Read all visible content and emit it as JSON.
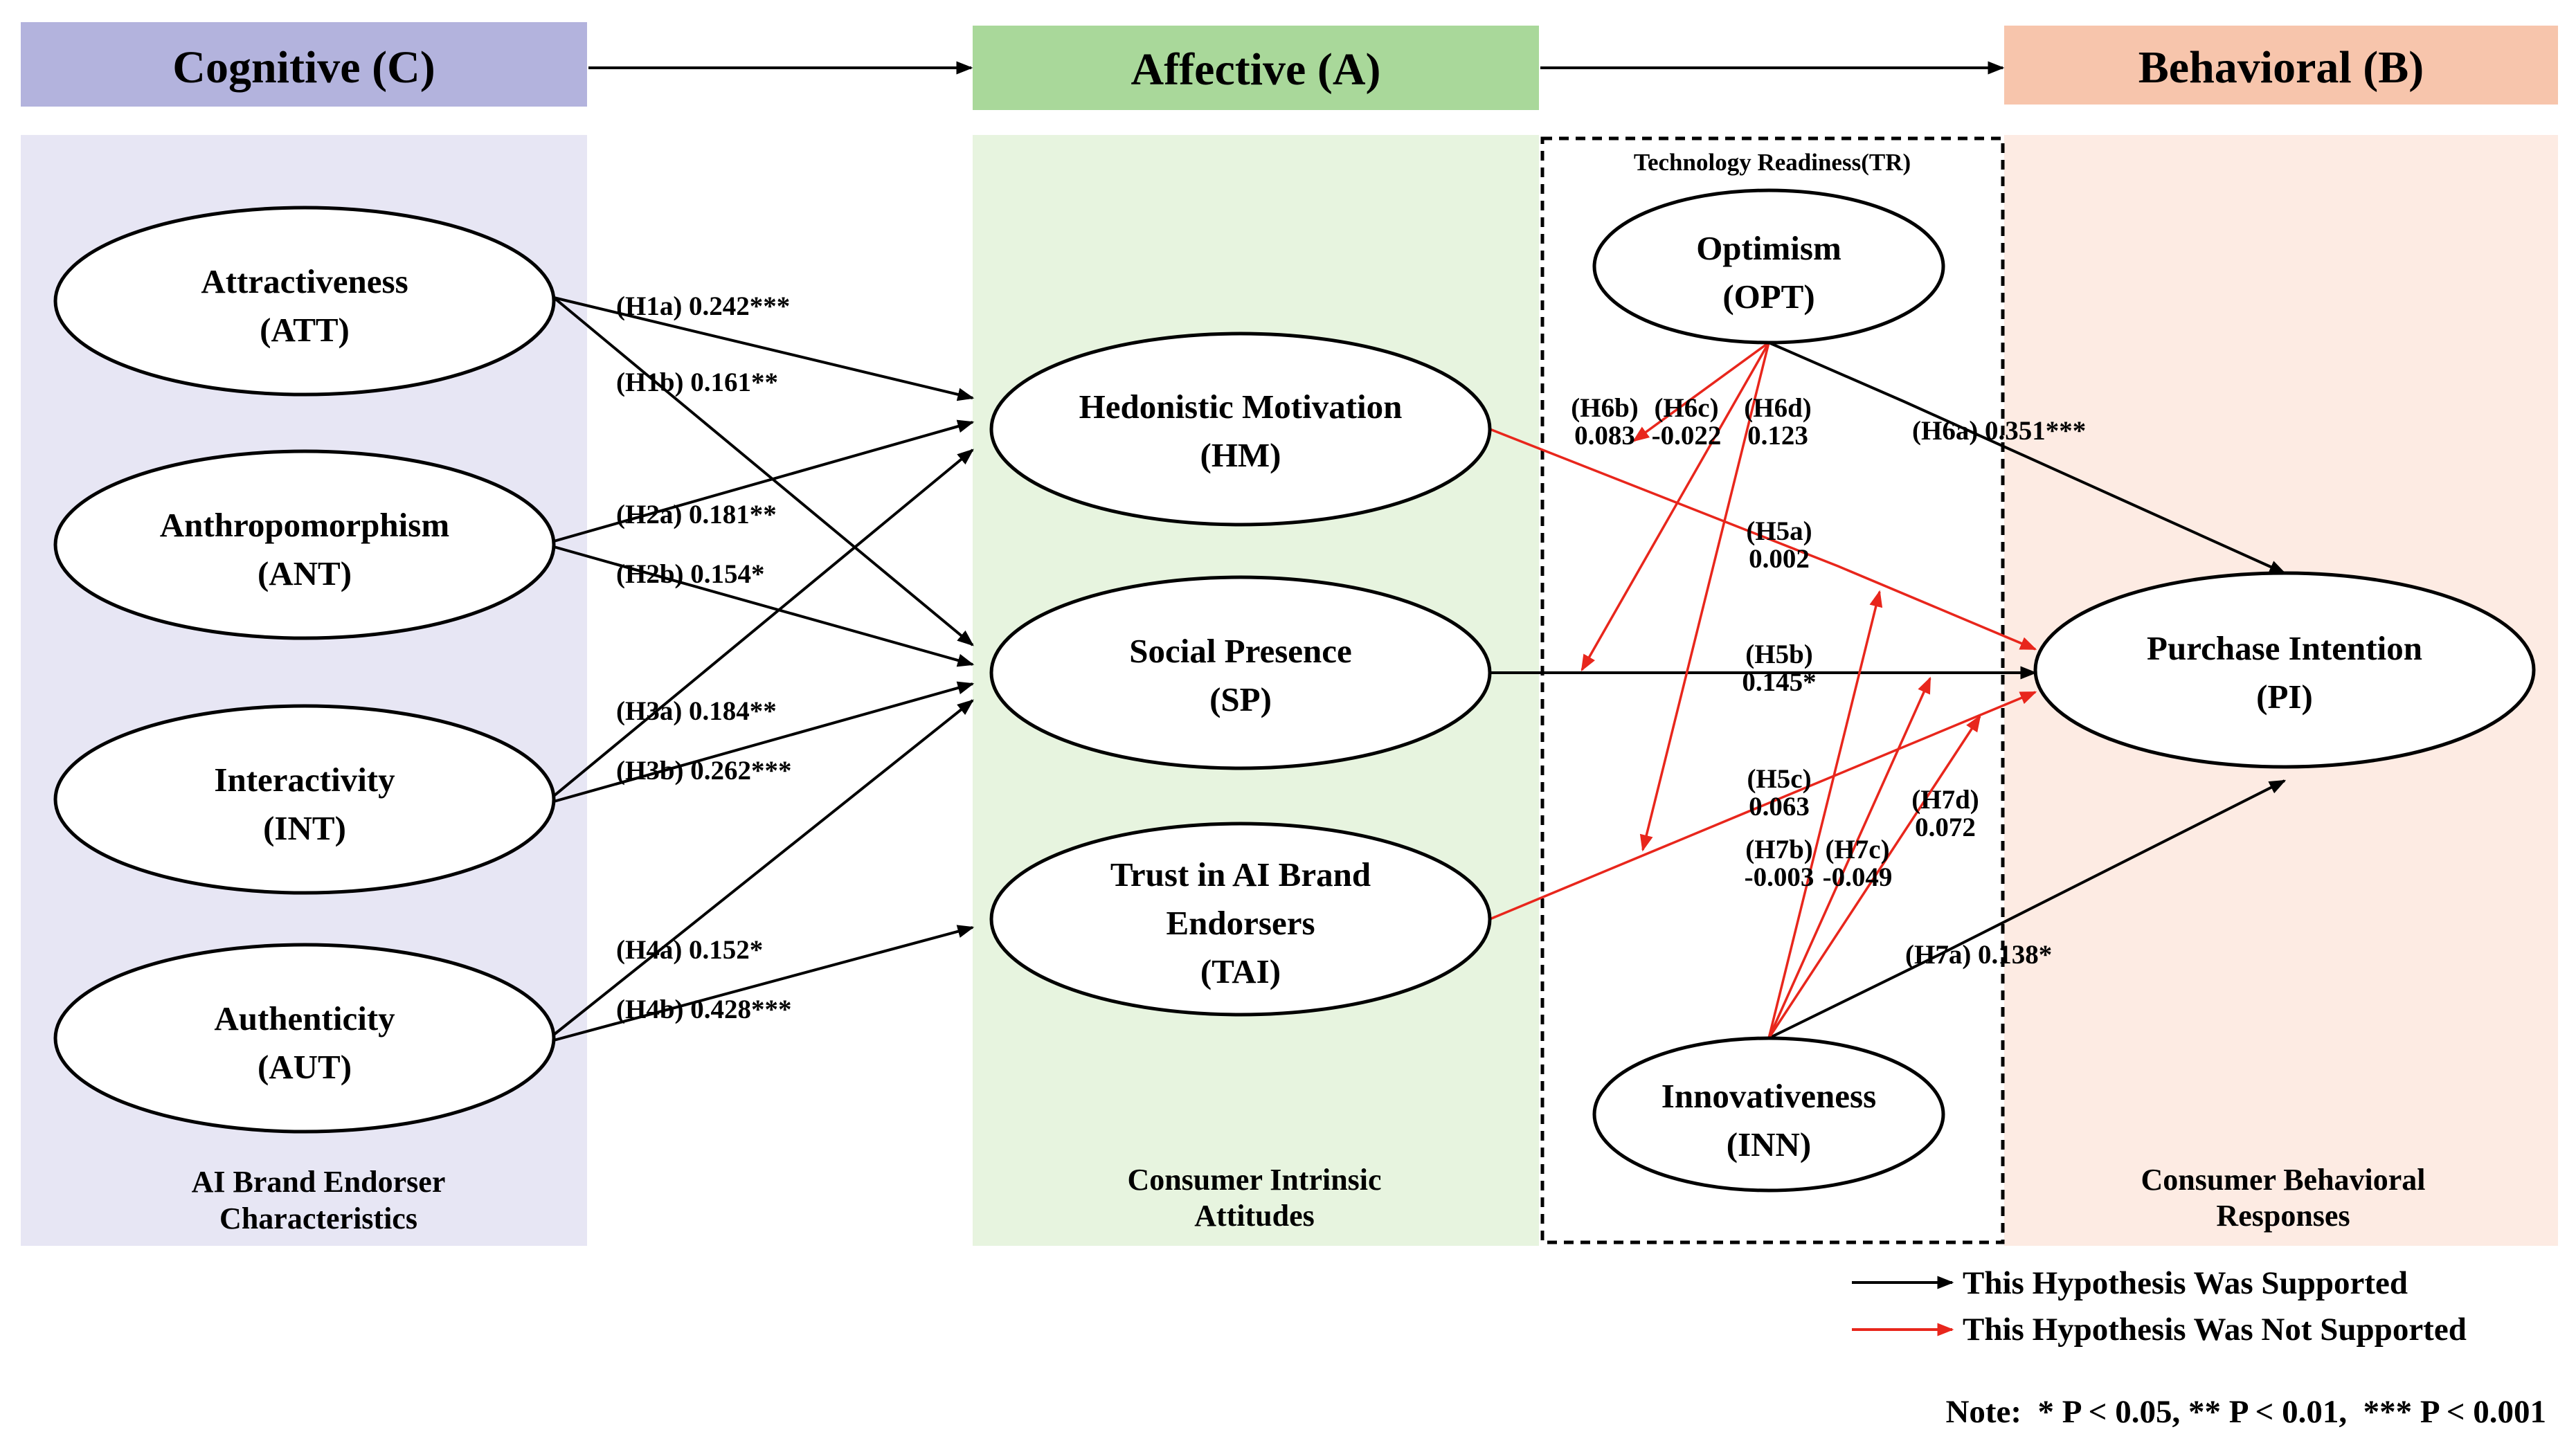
{
  "colors": {
    "cognitive_header": "#b3b3dd",
    "cognitive_panel": "#e7e6f4",
    "affective_header": "#a9d89a",
    "affective_panel": "#e7f4df",
    "behavioral_header": "#f7c5ac",
    "behavioral_panel": "#fdebe3",
    "supported": "#000000",
    "not_supported": "#e8261c"
  },
  "headers": {
    "cognitive": "Cognitive (C)",
    "affective": "Affective (A)",
    "behavioral": "Behavioral (B)"
  },
  "panel_footers": {
    "cognitive": [
      "AI Brand Endorser",
      "Characteristics"
    ],
    "affective": [
      "Consumer Intrinsic",
      "Attitudes"
    ],
    "behavioral": [
      "Consumer Behavioral",
      "Responses"
    ]
  },
  "tr_title": "Technology Readiness(TR)",
  "nodes": {
    "att": [
      "Attractiveness",
      "(ATT)"
    ],
    "ant": [
      "Anthropomorphism",
      "(ANT)"
    ],
    "int": [
      "Interactivity",
      "(INT)"
    ],
    "aut": [
      "Authenticity",
      "(AUT)"
    ],
    "hm": [
      "Hedonistic Motivation",
      "(HM)"
    ],
    "sp": [
      "Social Presence",
      "(SP)"
    ],
    "tai": [
      "Trust in AI Brand",
      "Endorsers",
      "(TAI)"
    ],
    "opt": [
      "Optimism",
      "(OPT)"
    ],
    "inn": [
      "Innovativeness",
      "(INN)"
    ],
    "pi": [
      "Purchase Intention",
      "(PI)"
    ]
  },
  "paths": [
    {
      "id": "H1a",
      "from": "att",
      "to": "hm",
      "label": [
        "(H1a) 0.242***"
      ],
      "supported": true
    },
    {
      "id": "H1b",
      "from": "att",
      "to": "sp",
      "label": [
        "(H1b) 0.161**"
      ],
      "supported": true
    },
    {
      "id": "H2a",
      "from": "ant",
      "to": "hm",
      "label": [
        "(H2a) 0.181**"
      ],
      "supported": true
    },
    {
      "id": "H2b",
      "from": "ant",
      "to": "sp",
      "label": [
        "(H2b) 0.154*"
      ],
      "supported": true
    },
    {
      "id": "H3a",
      "from": "int",
      "to": "hm",
      "label": [
        "(H3a) 0.184**"
      ],
      "supported": true
    },
    {
      "id": "H3b",
      "from": "int",
      "to": "sp",
      "label": [
        "(H3b) 0.262***"
      ],
      "supported": true
    },
    {
      "id": "H4a",
      "from": "aut",
      "to": "sp",
      "label": [
        "(H4a) 0.152*"
      ],
      "supported": true
    },
    {
      "id": "H4b",
      "from": "aut",
      "to": "tai",
      "label": [
        "(H4b) 0.428***"
      ],
      "supported": true
    },
    {
      "id": "H5a",
      "from": "hm",
      "to": "pi",
      "label": [
        "(H5a)",
        "0.002"
      ],
      "supported": false
    },
    {
      "id": "H5b",
      "from": "sp",
      "to": "pi",
      "label": [
        "(H5b)",
        "0.145*"
      ],
      "supported": true
    },
    {
      "id": "H5c",
      "from": "tai",
      "to": "pi",
      "label": [
        "(H5c)",
        "0.063"
      ],
      "supported": false
    },
    {
      "id": "H6a",
      "from": "opt",
      "to": "pi",
      "label": [
        "(H6a) 0.351***"
      ],
      "supported": true
    },
    {
      "id": "H6b",
      "from": "opt",
      "to": "H5a",
      "label": [
        "(H6b)",
        "0.083"
      ],
      "supported": false
    },
    {
      "id": "H6c",
      "from": "opt",
      "to": "H5b",
      "label": [
        "(H6c)",
        "-0.022"
      ],
      "supported": false
    },
    {
      "id": "H6d",
      "from": "opt",
      "to": "H5c",
      "label": [
        "(H6d)",
        "0.123"
      ],
      "supported": false
    },
    {
      "id": "H7a",
      "from": "inn",
      "to": "pi",
      "label": [
        "(H7a) 0.138*"
      ],
      "supported": true
    },
    {
      "id": "H7b",
      "from": "inn",
      "to": "H5a",
      "label": [
        "(H7b)",
        "-0.003"
      ],
      "supported": false
    },
    {
      "id": "H7c",
      "from": "inn",
      "to": "H5b",
      "label": [
        "(H7c)",
        "-0.049"
      ],
      "supported": false
    },
    {
      "id": "H7d",
      "from": "inn",
      "to": "H5c",
      "label": [
        "(H7d)",
        "0.072"
      ],
      "supported": false
    }
  ],
  "legend": {
    "supported": "This Hypothesis Was Supported",
    "not_supported": "This Hypothesis Was Not Supported"
  },
  "note": "Note:  * P < 0.05, ** P < 0.01,  *** P < 0.001"
}
